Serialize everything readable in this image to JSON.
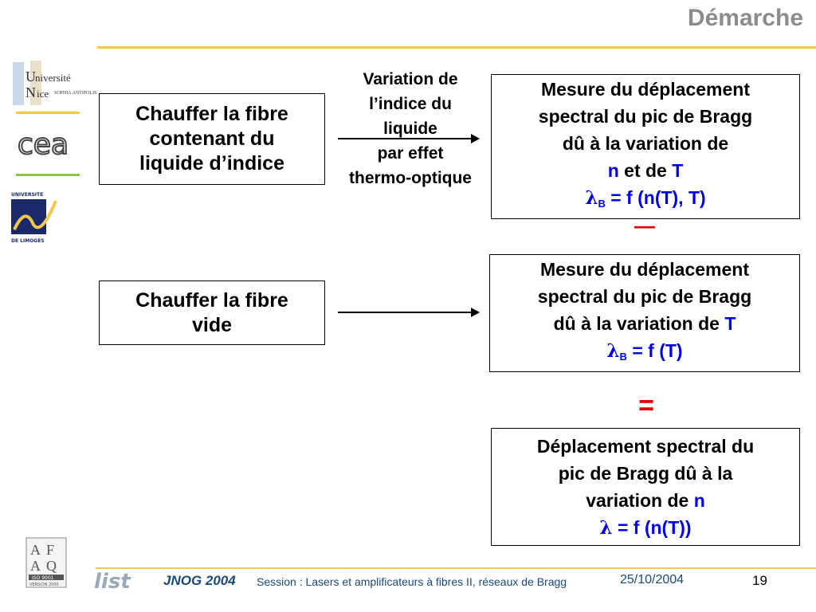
{
  "slide": {
    "title": "Démarche"
  },
  "top_row": {
    "left_box": [
      "Chauffer la fibre",
      "contenant du",
      "liquide d’indice"
    ],
    "arrow_label": [
      "Variation de",
      "l’indice du",
      "liquide",
      "par effet",
      "thermo-optique"
    ],
    "right_box": {
      "lines": [
        "Mesure du déplacement",
        "spectral du pic de Bragg",
        "dû à la variation de"
      ],
      "var_n": "n",
      "et_de": " et de ",
      "var_T": "T",
      "lambda": "λ",
      "sub_B": "B",
      "formula": " = f (n(T), T)"
    }
  },
  "operator_minus": "—",
  "middle_row": {
    "left_box": [
      "Chauffer la fibre",
      "vide"
    ],
    "right_box": {
      "lines": [
        "Mesure du déplacement",
        "spectral du pic de Bragg"
      ],
      "line3_prefix": "dû à la variation de ",
      "var_T": "T",
      "lambda": "λ",
      "sub_B": "B",
      "formula": " = f (T)"
    }
  },
  "operator_equals": "=",
  "bottom_box": {
    "lines": [
      "Déplacement spectral du",
      "pic de Bragg dû à la"
    ],
    "line3_prefix": "variation de ",
    "var_n": "n",
    "lambda": "λ",
    "formula": " = f (n(T))"
  },
  "logos": {
    "nice": {
      "word1": "niversité",
      "word2": "ice",
      "sub": "SOPHIA ANTIPOLIS"
    },
    "cea": "cea",
    "limoges": {
      "top": "UNIVERSITE",
      "bottom": "DE LIMOGES"
    },
    "afaq": {
      "letters": [
        "A",
        "F",
        "A",
        "Q"
      ],
      "iso": "ISO 9001",
      "version": "VERSION 2000"
    },
    "list": "list"
  },
  "footer": {
    "conference": "JNOG 2004",
    "session": "Session : Lasers et amplificateurs à fibres II, réseaux de Bragg",
    "date": "25/10/2004",
    "page": "19"
  },
  "colors": {
    "accent_yellow": "#f2c84b",
    "accent_green": "#8cc63f",
    "title_gray": "#8c8c8c",
    "variable_blue": "#0000ee",
    "operator_red": "#e00000",
    "footer_blue": "#1a4a7a"
  }
}
